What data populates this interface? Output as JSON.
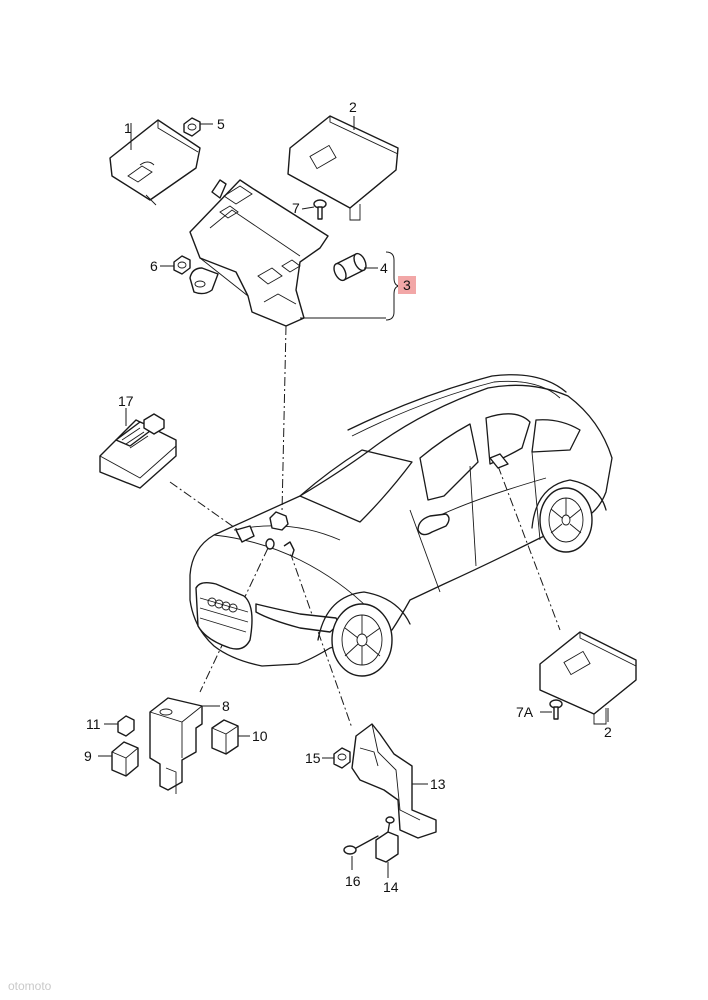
{
  "diagram": {
    "callouts": [
      {
        "id": "1",
        "label": "1"
      },
      {
        "id": "2",
        "label": "2"
      },
      {
        "id": "2b",
        "label": "2"
      },
      {
        "id": "3",
        "label": "3"
      },
      {
        "id": "4",
        "label": "4"
      },
      {
        "id": "5",
        "label": "5"
      },
      {
        "id": "6",
        "label": "6"
      },
      {
        "id": "7",
        "label": "7"
      },
      {
        "id": "7A",
        "label": "7A"
      },
      {
        "id": "8",
        "label": "8"
      },
      {
        "id": "9",
        "label": "9"
      },
      {
        "id": "10",
        "label": "10"
      },
      {
        "id": "11",
        "label": "11"
      },
      {
        "id": "13",
        "label": "13"
      },
      {
        "id": "14",
        "label": "14"
      },
      {
        "id": "15",
        "label": "15"
      },
      {
        "id": "16",
        "label": "16"
      },
      {
        "id": "17",
        "label": "17"
      }
    ],
    "highlight_color": "#f2a7a7",
    "watermark": "otomoto"
  }
}
